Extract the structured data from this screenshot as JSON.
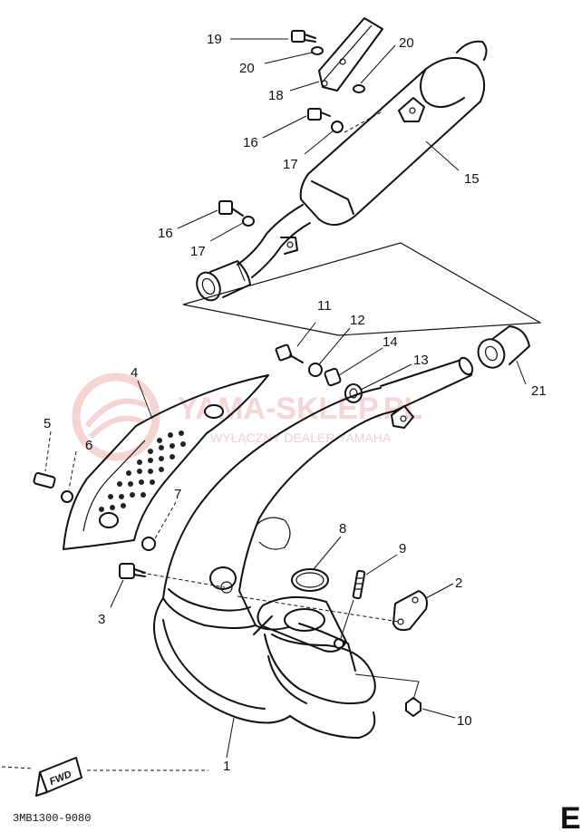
{
  "watermark": {
    "main": "YAMA-SKLEP.PL",
    "sub": "WYŁĄCZNY DEALER YAMAHA"
  },
  "part_labels": {
    "p1": "1",
    "p2": "2",
    "p3": "3",
    "p4": "4",
    "p5": "5",
    "p6": "6",
    "p7": "7",
    "p8": "8",
    "p9": "9",
    "p10": "10",
    "p11": "11",
    "p12": "12",
    "p13": "13",
    "p14": "14",
    "p15": "15",
    "p16a": "16",
    "p16b": "16",
    "p17a": "17",
    "p17b": "17",
    "p18": "18",
    "p19": "19",
    "p20a": "20",
    "p20b": "20",
    "p21": "21"
  },
  "footer": {
    "diagram_code": "3MB1300-9080",
    "fwd_label": "FWD",
    "corner_mark": "E"
  },
  "colors": {
    "line": "#111111",
    "watermark": "#f2c9c9",
    "background": "#ffffff"
  }
}
